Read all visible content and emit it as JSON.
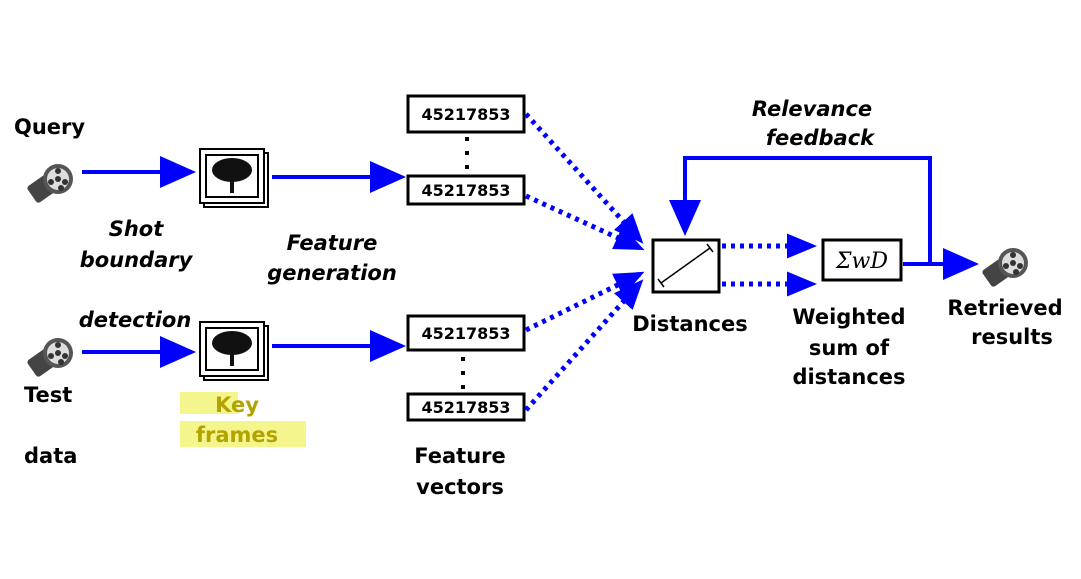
{
  "labels": {
    "query": "Query",
    "test_line1": "Test",
    "test_line2": "data",
    "shot_line1": "Shot",
    "shot_line2": "boundary",
    "shot_line3": "detection",
    "featgen_line1": "Feature",
    "featgen_line2": "generation",
    "key_line1": "Key",
    "key_line2": "frames",
    "featvec_line1": "Feature",
    "featvec_line2": "vectors",
    "distances": "Distances",
    "weighted_line1": "Weighted",
    "weighted_line2": "sum of",
    "weighted_line3": "distances",
    "relevance_line1": "Relevance",
    "relevance_line2": "feedback",
    "retrieved_line1": "Retrieved",
    "retrieved_line2": "results"
  },
  "vectors": {
    "v1": "45217853",
    "v2": "45217853",
    "v3": "45217853",
    "v4": "45217853"
  },
  "sum_box": "ΣwD",
  "colors": {
    "arrow": "#0000ff",
    "highlight": "#f3f37a",
    "highlight_text": "#b2a400"
  }
}
